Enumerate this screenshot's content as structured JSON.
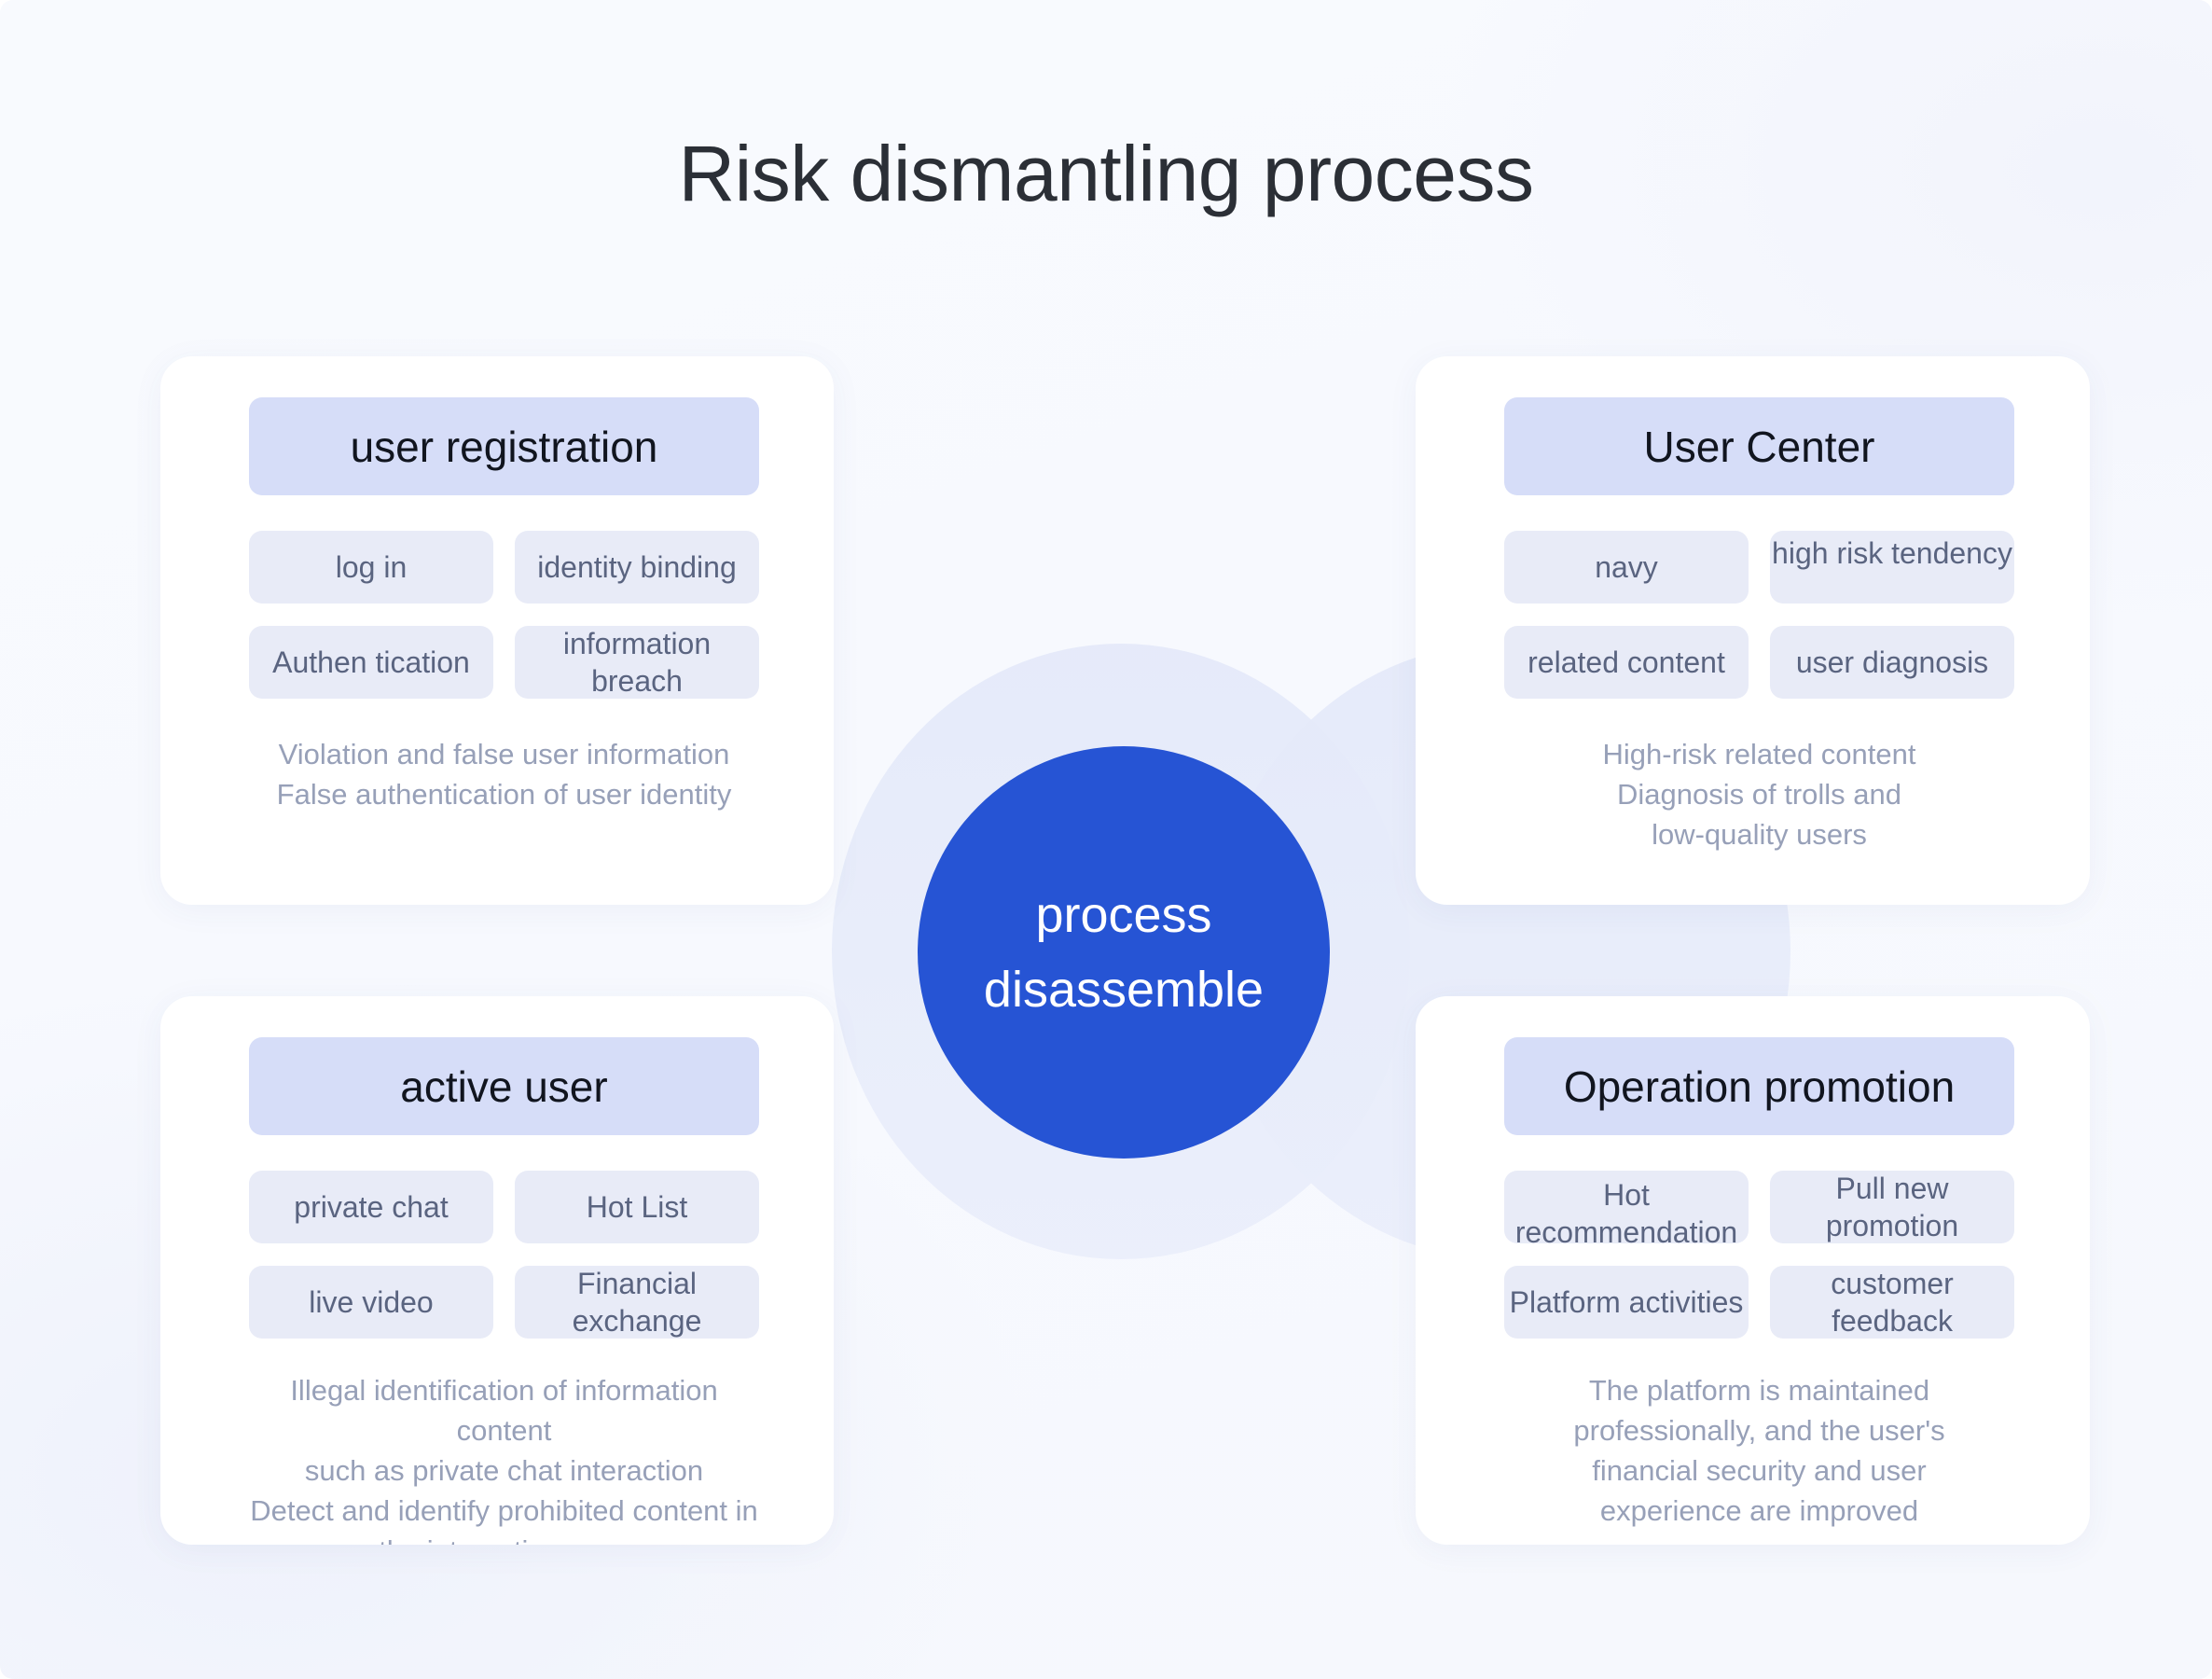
{
  "title": "Risk dismantling process",
  "colors": {
    "background": "#f7f9fe",
    "hub": "#2654d4",
    "card": "#ffffff",
    "card_head": "#d6ddf8",
    "pill": "#e8ebf7",
    "pill_text": "#5a6480",
    "desc_text": "#97a0b8",
    "title_text": "#2b2f36",
    "blob": "#e7ecfa"
  },
  "hub": {
    "label": "process\ndisassemble"
  },
  "cards": {
    "top_left": {
      "heading": "user registration",
      "pills": [
        "log in",
        "identity binding",
        "Authen tication",
        "information breach"
      ],
      "description": "Violation and false user information\nFalse authentication of user identity"
    },
    "top_right": {
      "heading": "User Center",
      "pills": [
        "navy",
        "high risk tendency",
        "related content",
        "user diagnosis"
      ],
      "description": "High-risk related content\nDiagnosis of trolls and\nlow-quality users"
    },
    "bottom_left": {
      "heading": "active user",
      "pills": [
        "private chat",
        "Hot List",
        "live video",
        "Financial exchange"
      ],
      "description": "Illegal identification of information content\nsuch as private chat interaction\nDetect and identify prohibited content in\nthe interactive zone"
    },
    "bottom_right": {
      "heading": "Operation promotion",
      "pills": [
        "Hot recommendation",
        "Pull new promotion",
        "Platform activities",
        "customer feedback"
      ],
      "description": "The platform is maintained\nprofessionally, and the user's\nfinancial security and user\nexperience are improved"
    }
  }
}
